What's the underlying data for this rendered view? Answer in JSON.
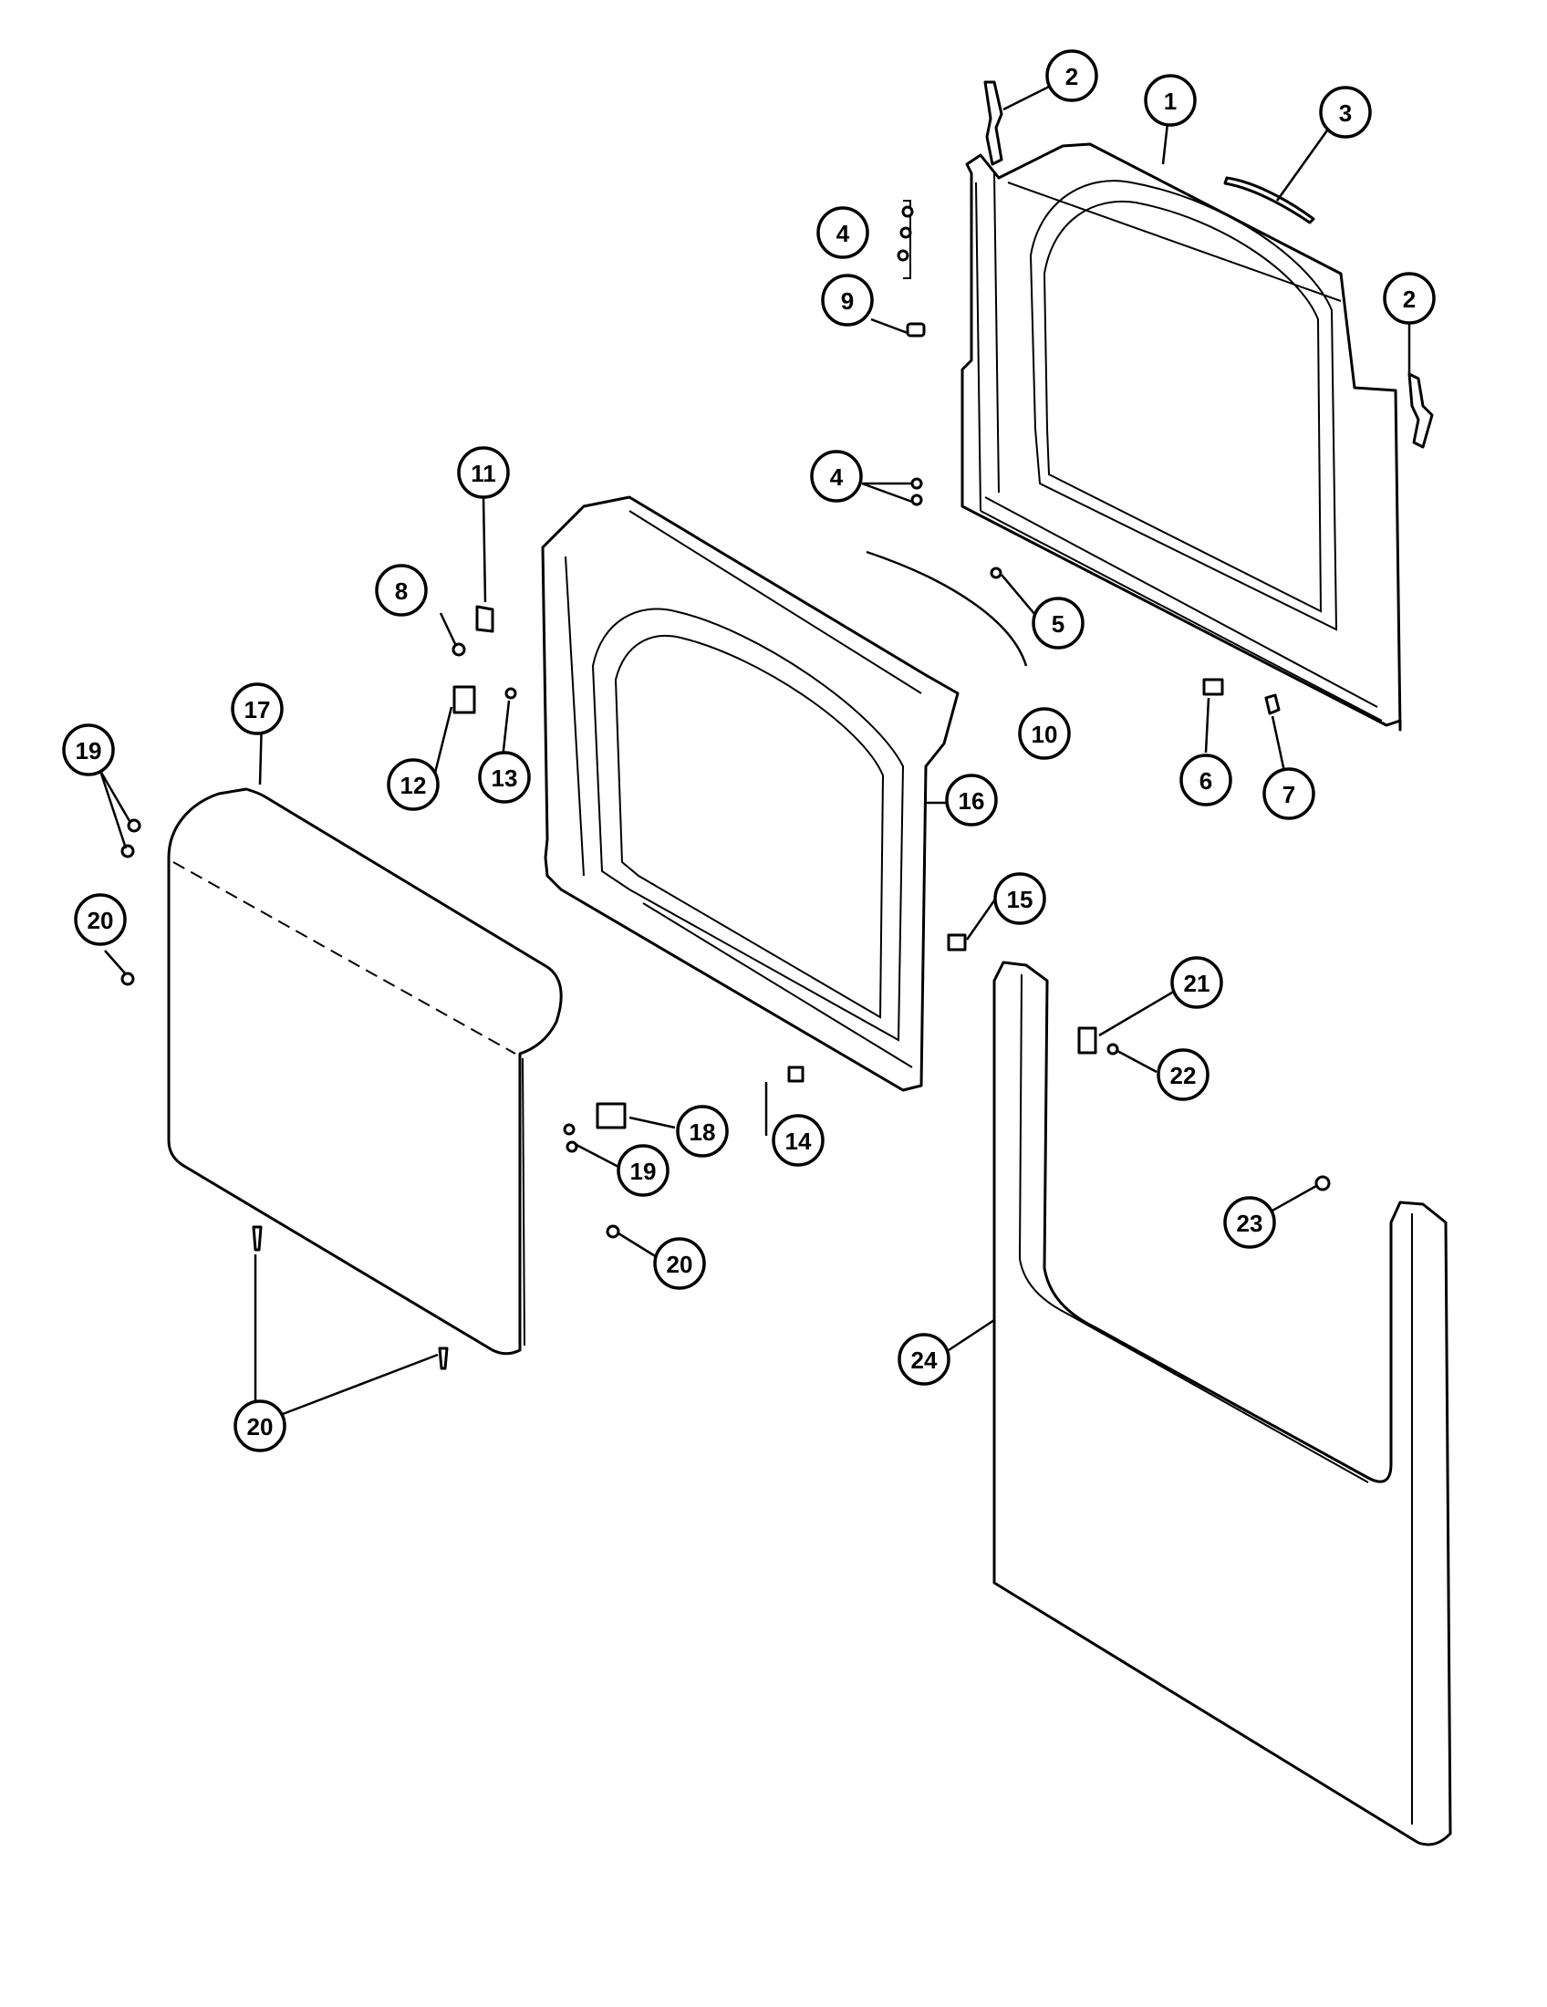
{
  "callouts": [
    {
      "id": "c1",
      "label": "1"
    },
    {
      "id": "c2a",
      "label": "2"
    },
    {
      "id": "c2b",
      "label": "2"
    },
    {
      "id": "c3",
      "label": "3"
    },
    {
      "id": "c4a",
      "label": "4"
    },
    {
      "id": "c4b",
      "label": "4"
    },
    {
      "id": "c5",
      "label": "5"
    },
    {
      "id": "c6",
      "label": "6"
    },
    {
      "id": "c7",
      "label": "7"
    },
    {
      "id": "c8",
      "label": "8"
    },
    {
      "id": "c9",
      "label": "9"
    },
    {
      "id": "c10",
      "label": "10"
    },
    {
      "id": "c11",
      "label": "11"
    },
    {
      "id": "c12",
      "label": "12"
    },
    {
      "id": "c13",
      "label": "13"
    },
    {
      "id": "c14",
      "label": "14"
    },
    {
      "id": "c15",
      "label": "15"
    },
    {
      "id": "c16",
      "label": "16"
    },
    {
      "id": "c17",
      "label": "17"
    },
    {
      "id": "c18",
      "label": "18"
    },
    {
      "id": "c19a",
      "label": "19"
    },
    {
      "id": "c19b",
      "label": "19"
    },
    {
      "id": "c20a",
      "label": "20"
    },
    {
      "id": "c20b",
      "label": "20"
    },
    {
      "id": "c20c",
      "label": "20"
    },
    {
      "id": "c21",
      "label": "21"
    },
    {
      "id": "c22",
      "label": "22"
    },
    {
      "id": "c23",
      "label": "23"
    },
    {
      "id": "c24",
      "label": "24"
    }
  ]
}
